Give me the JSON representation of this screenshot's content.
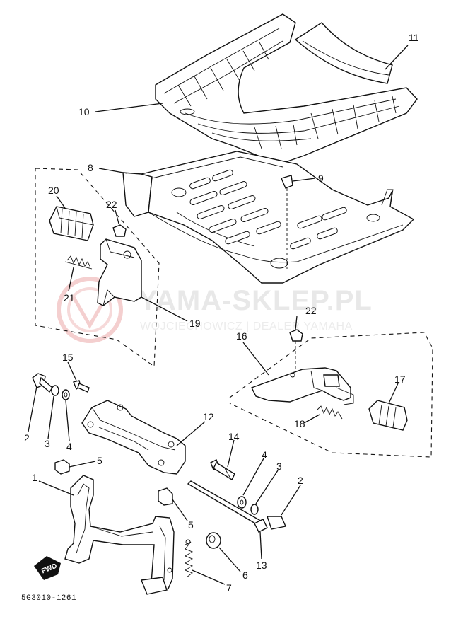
{
  "watermark": {
    "title": "YAMA-SKLEP.PL",
    "subtitle": "WOJCIECHOWICZ | DEALER YAMAHA"
  },
  "diagram_code": "5G3010-1261",
  "direction_mark": "FWD",
  "callouts": [
    "1",
    "2",
    "2",
    "3",
    "3",
    "4",
    "4",
    "5",
    "5",
    "6",
    "7",
    "8",
    "9",
    "10",
    "11",
    "12",
    "13",
    "14",
    "15",
    "16",
    "17",
    "18",
    "19",
    "20",
    "21",
    "22",
    "22"
  ]
}
